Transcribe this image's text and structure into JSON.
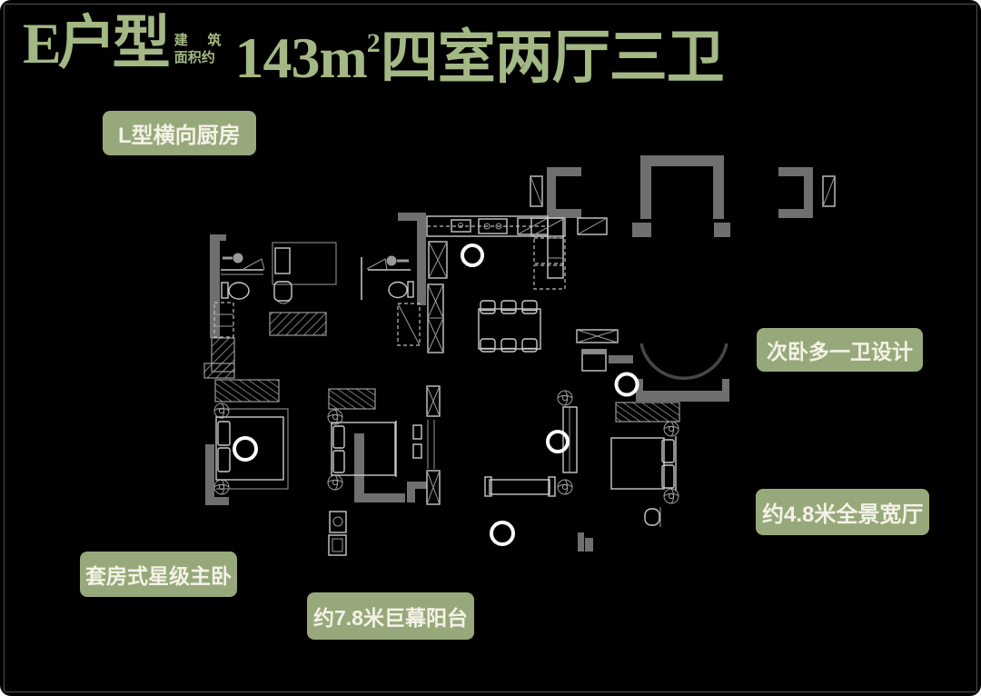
{
  "theme": {
    "canvas-bg": "#000000",
    "border": "#4f4f4f",
    "accent": "#a3b884",
    "callout-bg": "#97a97b",
    "callout-text": "#f4f2e6",
    "wall": "#6f6f6f",
    "line": "#c9c9c9",
    "ring": "#ffffff",
    "arc": "#474747"
  },
  "header": {
    "unit_label": "E户型",
    "area_note_line1": "建 筑",
    "area_note_line2": "面积约",
    "area_value": "143m",
    "area_superscript": "2",
    "spec_label": "四室两厅三卫"
  },
  "callouts": [
    {
      "id": "kitchen",
      "label": "L型横向厨房"
    },
    {
      "id": "second-bedroom",
      "label": "次卧多一卫设计"
    },
    {
      "id": "living-room",
      "label": "约4.8米全景宽厅"
    },
    {
      "id": "master-bedroom",
      "label": "套房式星级主卧"
    },
    {
      "id": "balcony",
      "label": "约7.8米巨幕阳台"
    }
  ]
}
